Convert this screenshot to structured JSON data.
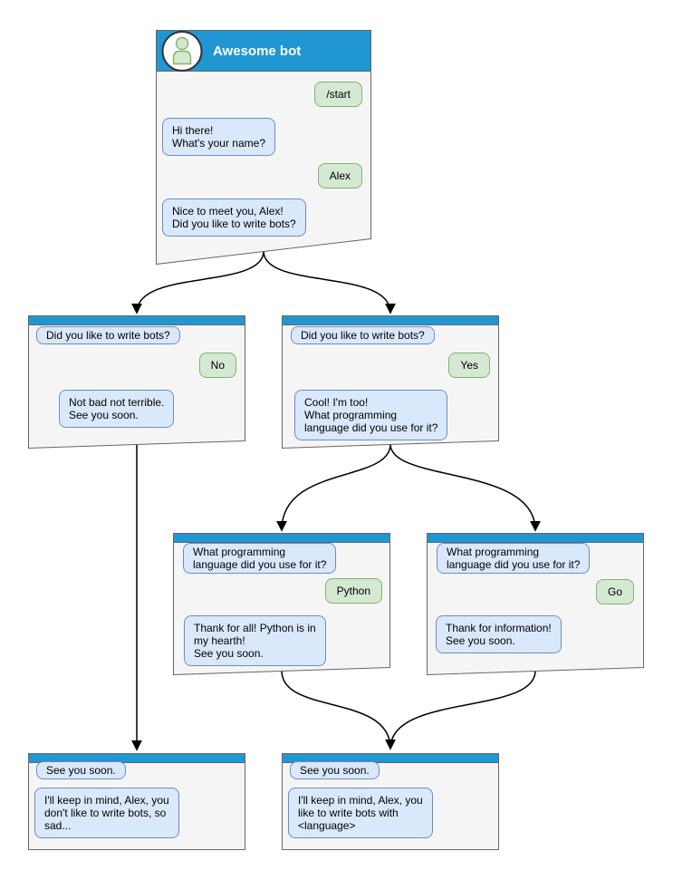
{
  "palette": {
    "header_blue": "#2096D2",
    "window_body": "#F5F5F5",
    "window_border": "#666666",
    "bot_bubble_fill": "#DAE8FC",
    "bot_bubble_border": "#6C8EBF",
    "user_bubble_fill": "#D5E8D4",
    "user_bubble_border": "#82B366",
    "connector": "#000000"
  },
  "windows": {
    "root": {
      "title": "Awesome bot",
      "messages": [
        {
          "from": "user",
          "text": "/start"
        },
        {
          "from": "bot",
          "text": "Hi there!\nWhat's your name?"
        },
        {
          "from": "user",
          "text": "Alex"
        },
        {
          "from": "bot",
          "text": "Nice to meet you, Alex!\nDid you like to write bots?"
        }
      ]
    },
    "branch_no": {
      "messages": [
        {
          "from": "context",
          "text": "Did you like to write bots?"
        },
        {
          "from": "user",
          "text": "No"
        },
        {
          "from": "bot",
          "text": "Not bad not terrible.\nSee you soon."
        }
      ]
    },
    "branch_yes": {
      "messages": [
        {
          "from": "context",
          "text": "Did you like to write bots?"
        },
        {
          "from": "user",
          "text": "Yes"
        },
        {
          "from": "bot",
          "text": "Cool! I'm too!\nWhat programming\nlanguage did you use for it?"
        }
      ]
    },
    "branch_python": {
      "messages": [
        {
          "from": "context",
          "text": "What programming\nlanguage did you use for it?"
        },
        {
          "from": "user",
          "text": "Python"
        },
        {
          "from": "bot",
          "text": "Thank for all! Python is in\nmy hearth!\nSee you soon."
        }
      ]
    },
    "branch_go": {
      "messages": [
        {
          "from": "context",
          "text": "What programming\nlanguage did you use for it?"
        },
        {
          "from": "user",
          "text": "Go"
        },
        {
          "from": "bot",
          "text": "Thank for information!\nSee you soon."
        }
      ]
    },
    "end_no": {
      "messages": [
        {
          "from": "context",
          "text": "See you soon."
        },
        {
          "from": "bot",
          "text": "I'll keep in mind, Alex, you\ndon't like to write bots, so\nsad..."
        }
      ]
    },
    "end_yes": {
      "messages": [
        {
          "from": "context",
          "text": "See you soon."
        },
        {
          "from": "bot",
          "text": "I'll keep in mind, Alex, you\nlike to write bots with\n<language>"
        }
      ]
    }
  }
}
